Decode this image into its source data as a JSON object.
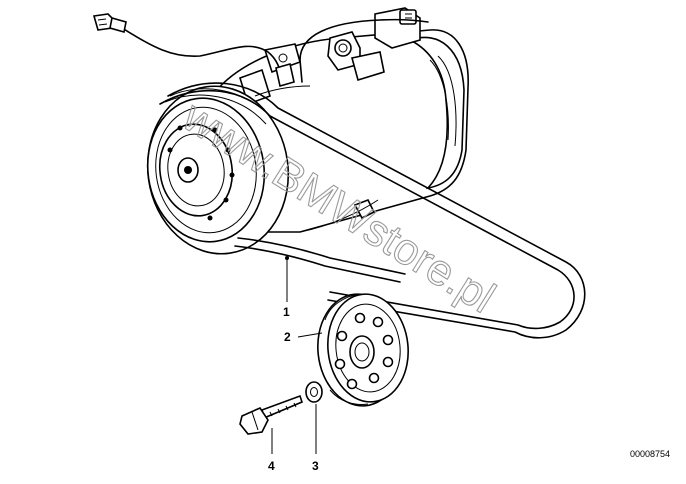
{
  "watermark": {
    "text": "www.BMWstore.pl"
  },
  "callouts": [
    {
      "id": "1",
      "label": "1"
    },
    {
      "id": "2",
      "label": "2"
    },
    {
      "id": "3",
      "label": "3"
    },
    {
      "id": "4",
      "label": "4"
    }
  ],
  "diagram_number": "00008754"
}
